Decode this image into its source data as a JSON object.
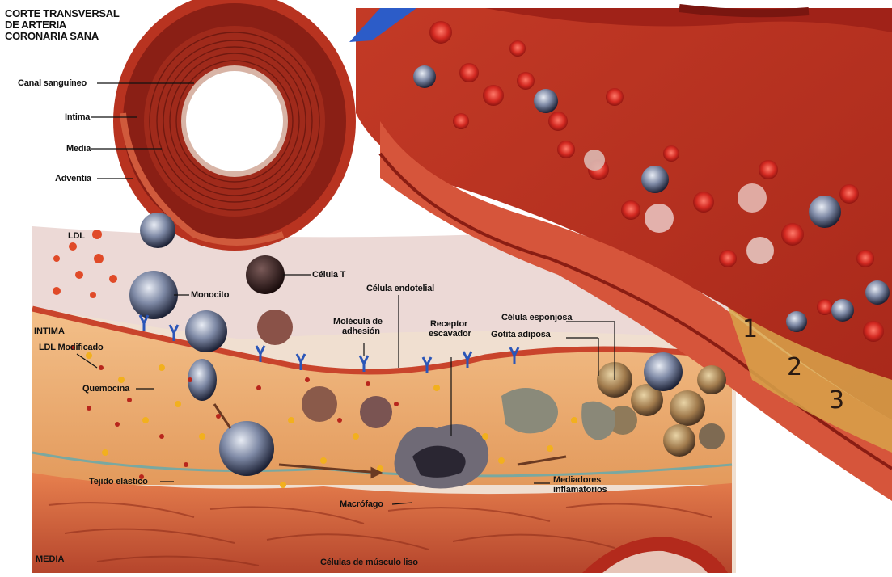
{
  "title_lines": [
    "CORTE TRANSVERSAL",
    "DE ARTERIA",
    "CORONARIA SANA"
  ],
  "cross_section_labels": {
    "canal": "Canal sanguíneo",
    "intima": "Intima",
    "media": "Media",
    "adventia": "Adventia"
  },
  "labels": {
    "ldl": "LDL",
    "celula_t": "Célula T",
    "monocito": "Monocito",
    "celula_endotelial": "Célula endotelial",
    "molecula_adhesion_1": "Molécula de",
    "molecula_adhesion_2": "adhesión",
    "receptor_1": "Receptor",
    "receptor_2": "escavador",
    "celula_esponjosa": "Célula esponjosa",
    "gotita_adiposa": "Gotita adiposa",
    "intima_section": "INTIMA",
    "ldl_modificado": "LDL Modificado",
    "quemocina": "Quemocina",
    "tejido_elastico": "Tejido elástico",
    "macrofago": "Macrófago",
    "mediadores_1": "Mediadores",
    "mediadores_2": "inflamatorios",
    "media_section": "MEDIA",
    "musculo_liso": "Células de músculo liso"
  },
  "stage_numbers": [
    "1",
    "2",
    "3"
  ],
  "colors": {
    "blood_red": "#b3261c",
    "vessel_wall": "#c8402a",
    "tissue": "#e9a865",
    "muscle": "#c8553a",
    "endothelium": "#d86a4a"
  }
}
